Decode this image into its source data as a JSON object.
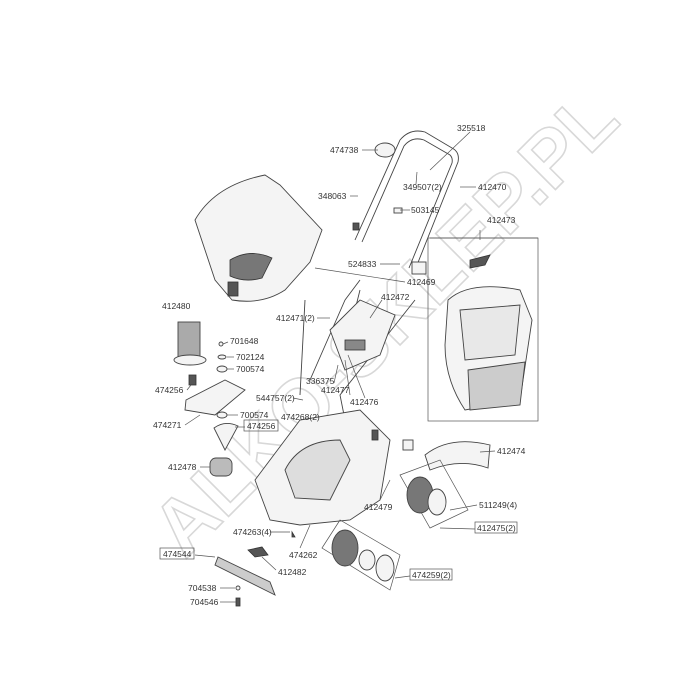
{
  "watermark": "ALKO-SKLEP.PL",
  "parts": {
    "p325518": "325518",
    "p474738": "474738",
    "p348063": "348063",
    "p349507": "349507(2)",
    "p412470": "412470",
    "p503145": "503145",
    "p412473": "412473",
    "p524833": "524833",
    "p412469": "412469",
    "p412472": "412472",
    "p412480": "412480",
    "p412471": "412471(2)",
    "p701648": "701648",
    "p702124": "702124",
    "p700574a": "700574",
    "p474256a": "474256",
    "p336375": "336375",
    "p412477": "412477",
    "p412476": "412476",
    "p544757": "544757(2)",
    "p700574b": "700574",
    "p474268": "474268(2)",
    "p474271": "474271",
    "p474256b": "474256",
    "p412474": "412474",
    "p412478": "412478",
    "p412479": "412479",
    "p511249": "511249(4)",
    "p412475": "412475(2)",
    "p474263": "474263(4)",
    "p474544": "474544",
    "p474262": "474262",
    "p412482": "412482",
    "p474259": "474259(2)",
    "p704538": "704538",
    "p704546": "704546"
  }
}
